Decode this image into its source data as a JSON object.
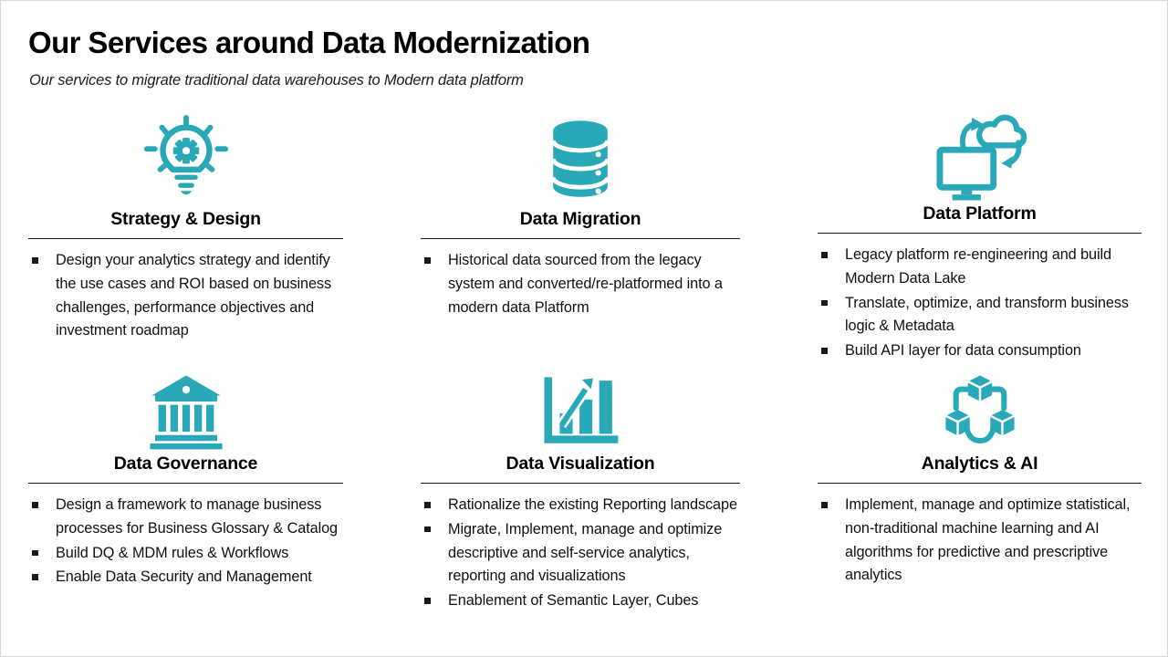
{
  "slide": {
    "title": "Our Services around Data Modernization",
    "subtitle": "Our services to migrate traditional data warehouses to Modern data platform"
  },
  "accent_color": "#29A8B8",
  "cards": [
    {
      "title": "Strategy & Design",
      "icon": "lightbulb-gear-icon",
      "bullets": [
        "Design your analytics strategy and identify the use cases and ROI based on business challenges, performance objectives and investment roadmap"
      ]
    },
    {
      "title": "Data Migration",
      "icon": "database-icon",
      "bullets": [
        "Historical data sourced from the legacy system and converted/re-platformed into a modern data Platform"
      ]
    },
    {
      "title": "Data Platform",
      "icon": "computer-cloud-sync-icon",
      "bullets": [
        "Legacy platform re-engineering and build Modern Data Lake",
        "Translate, optimize, and transform business logic & Metadata",
        "Build API layer for data consumption"
      ]
    },
    {
      "title": "Data Governance",
      "icon": "bank-icon",
      "bullets": [
        "Design a framework to manage business processes for Business Glossary & Catalog",
        "Build DQ & MDM rules & Workflows",
        "Enable Data Security and Management"
      ]
    },
    {
      "title": "Data Visualization",
      "icon": "bar-chart-growth-icon",
      "bullets": [
        "Rationalize the existing Reporting landscape",
        "Migrate, Implement, manage and optimize descriptive and self-service analytics, reporting and visualizations",
        "Enablement of Semantic Layer, Cubes"
      ]
    },
    {
      "title": "Analytics & AI",
      "icon": "cubes-network-icon",
      "bullets": [
        "Implement, manage and optimize statistical, non-traditional machine learning and AI algorithms for predictive and prescriptive analytics"
      ]
    }
  ]
}
